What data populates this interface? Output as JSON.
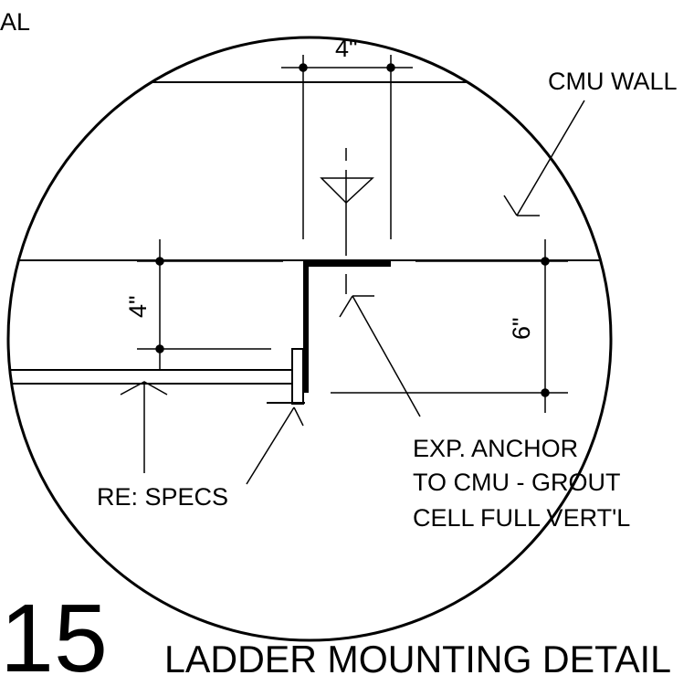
{
  "detail": {
    "number": "15",
    "title": "LADDER MOUNTING DETAIL",
    "corner_fragment": "AL"
  },
  "dimensions": {
    "top_width": "4\"",
    "left_height": "4\"",
    "right_height": "6\""
  },
  "callouts": {
    "cmu_wall": "CMU WALL",
    "anchor_line1": "EXP. ANCHOR",
    "anchor_line2": "TO CMU - GROUT",
    "anchor_line3": "CELL FULL VERT'L",
    "specs": "RE: SPECS"
  },
  "colors": {
    "ink": "#000000",
    "paper": "#ffffff"
  }
}
